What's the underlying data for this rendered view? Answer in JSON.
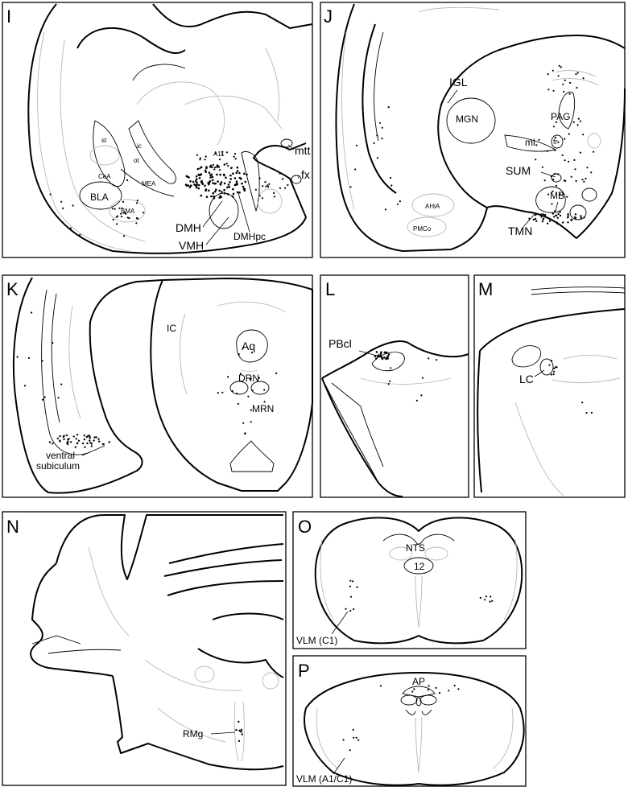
{
  "panels": {
    "I": {
      "letter": "I",
      "labels": {
        "st": "st",
        "ic": "ic",
        "ot": "ot",
        "cea": "CeA",
        "mea": "MEA",
        "bla": "BLA",
        "bma": "BMA",
        "a11": "A11",
        "mtt": "mtt",
        "fx": "fx",
        "dmh": "DMH",
        "vmh": "VMH",
        "dmhpc": "DMHpc"
      }
    },
    "J": {
      "letter": "J",
      "labels": {
        "igl": "IGL",
        "mgn": "MGN",
        "pag": "PAG",
        "ml": "ml",
        "fr": "fr",
        "sum": "SUM",
        "mb": "MB",
        "ahia": "AHiA",
        "pmco": "PMCo",
        "tmn": "TMN"
      }
    },
    "K": {
      "letter": "K",
      "labels": {
        "ic": "IC",
        "aq": "Aq",
        "drn": "DRN",
        "mrn": "MRN",
        "ventral": "ventral",
        "subiculum": "subiculum"
      }
    },
    "L": {
      "letter": "L",
      "labels": {
        "pbcl": "PBcl"
      }
    },
    "M": {
      "letter": "M",
      "labels": {
        "lc": "LC"
      }
    },
    "N": {
      "letter": "N",
      "labels": {
        "rmg": "RMg"
      }
    },
    "O": {
      "letter": "O",
      "labels": {
        "nts": "NTS",
        "n12": "12",
        "vlm": "VLM (C1)"
      }
    },
    "P": {
      "letter": "P",
      "labels": {
        "ap": "AP",
        "vlm": "VLM (A1/C1)"
      }
    }
  },
  "colors": {
    "ink": "#000000",
    "contour": "#b8b8b8",
    "background": "#ffffff"
  }
}
